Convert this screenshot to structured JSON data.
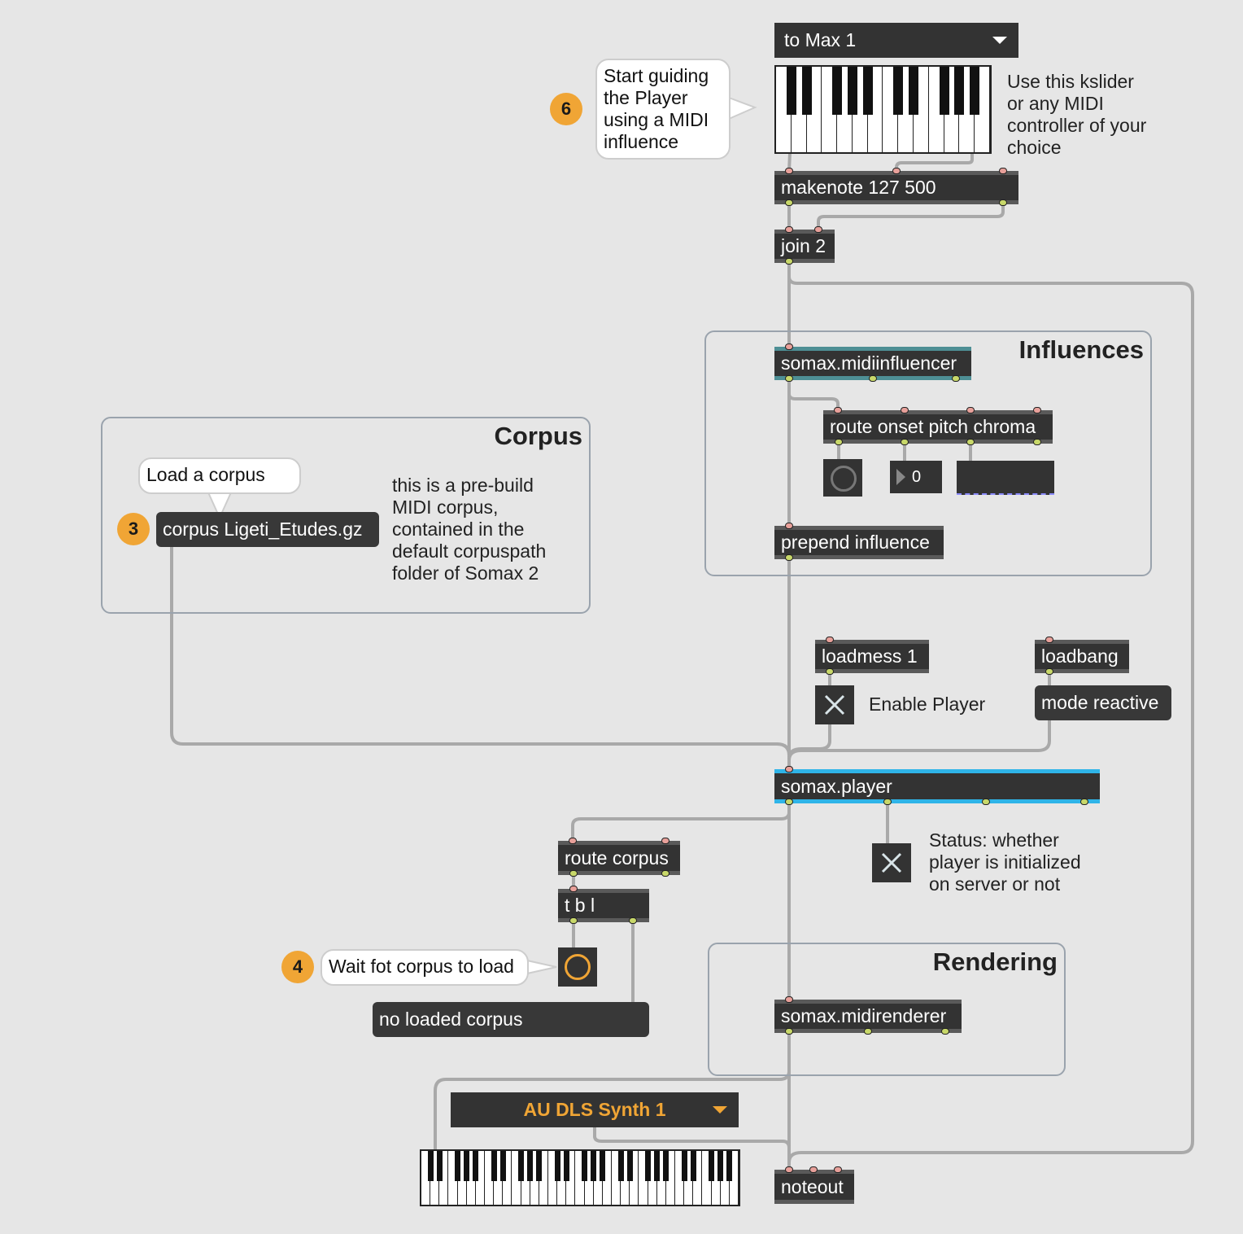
{
  "objects": {
    "to_max_menu": "to Max 1",
    "makenote": "makenote 127 500",
    "join": "join 2",
    "midiinfluencer": "somax.midiinfluencer",
    "route_onset": "route onset pitch chroma",
    "number_value": "0",
    "prepend": "prepend influence",
    "loadmess": "loadmess 1",
    "loadbang": "loadbang",
    "mode_reactive": "mode reactive",
    "corpus_msg": "corpus Ligeti_Etudes.gz",
    "player": "somax.player",
    "route_corpus": "route corpus",
    "tbl": "t b l",
    "no_loaded": "no loaded corpus",
    "midirenderer": "somax.midirenderer",
    "au_synth_menu": "AU DLS Synth 1",
    "noteout": "noteout"
  },
  "panels": {
    "influences": "Influences",
    "corpus": "Corpus",
    "rendering": "Rendering"
  },
  "comments": {
    "kslider_help": [
      "Use this kslider",
      "or any MIDI",
      "controller of your",
      "choice"
    ],
    "corpus_info": [
      "this is a pre-build",
      "MIDI corpus,",
      "contained in the",
      "default corpuspath",
      "folder of Somax 2"
    ],
    "enable_player": "Enable Player",
    "status": [
      "Status: whether",
      "player is initialized",
      "on server or not"
    ]
  },
  "bubbles": {
    "start_guiding": [
      "Start guiding",
      "the Player",
      "using a MIDI",
      "influence"
    ],
    "load_corpus": "Load a corpus",
    "wait_corpus": "Wait fot corpus to load"
  },
  "badges": {
    "step6": "6",
    "step3": "3",
    "step4": "4"
  },
  "colors": {
    "background": "#e6e6e6",
    "object": "#333333",
    "cable": "#a9a9a9",
    "badge": "#f0a535",
    "accent_orange": "#f0a535",
    "player_stripe": "#2fb4e8",
    "influencer_stripe": "#4e8f95",
    "inlet": "#e8a09a",
    "outlet": "#c8d86a"
  },
  "toggles": {
    "enable_player_checked": true,
    "status_checked": true
  }
}
